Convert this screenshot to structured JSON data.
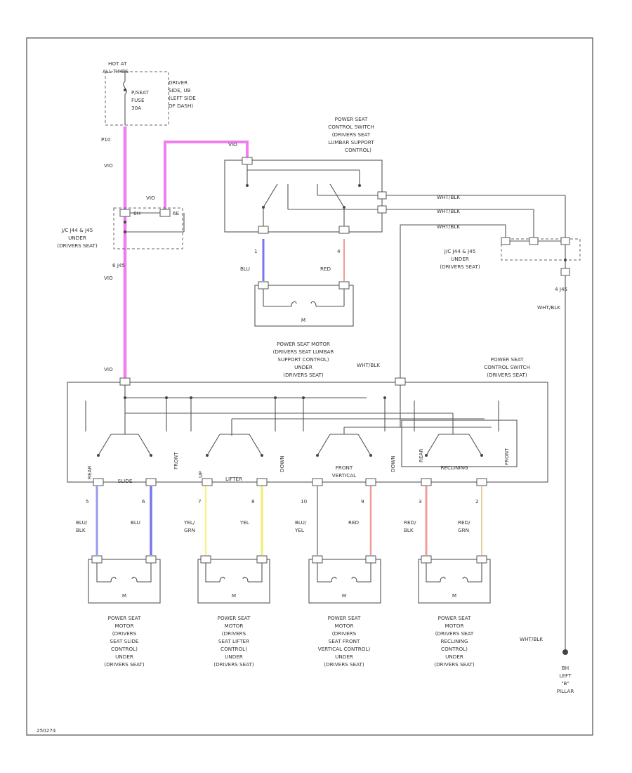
{
  "fuse_block": {
    "hot_label": [
      "HOT AT",
      "ALL TIMES"
    ],
    "fuse_lines": [
      "P/SEAT",
      "FUSE",
      "30A"
    ],
    "location": [
      "DRIVER",
      "SIDE, UB",
      "(LEFT SIDE",
      "OF DASH)"
    ],
    "connector_id": "P10"
  },
  "wires": {
    "vio": "VIO",
    "wht_blk": "WHT/BLK",
    "blu": "BLU",
    "red": "RED",
    "blu_blk": [
      "BLU/",
      "BLK"
    ],
    "yel_grn": [
      "YEL/",
      "GRN"
    ],
    "yel": "YEL",
    "blu_yel": [
      "BLU/",
      "YEL"
    ],
    "red_blk": [
      "RED/",
      "BLK"
    ],
    "red_grn": [
      "RED/",
      "GRN"
    ]
  },
  "junction_left": {
    "pins": [
      "6H",
      "6E"
    ],
    "label": [
      "J/C J44 & J45",
      "UNDER",
      "(DRIVERS SEAT)"
    ],
    "bottom_pin": "6  J45"
  },
  "junction_right": {
    "label": [
      "J/C J44 & J45",
      "UNDER",
      "(DRIVERS SEAT)"
    ],
    "bottom_pin": "4  J45"
  },
  "lumbar_switch": {
    "label": [
      "POWER SEAT",
      "CONTROL SWITCH",
      "(DRIVERS SEAT",
      "LUMBAR SUPPORT",
      "CONTROL)"
    ],
    "pin_left": "1",
    "pin_right": "4"
  },
  "lumbar_motor": {
    "label": [
      "POWER SEAT MOTOR",
      "(DRIVERS SEAT LUMBAR",
      "SUPPORT CONTROL)",
      "UNDER",
      "(DRIVERS SEAT)"
    ],
    "motor": "M"
  },
  "main_switch": {
    "label": [
      "POWER SEAT",
      "CONTROL SWITCH",
      "(DRIVERS SEAT)"
    ],
    "section_labels": [
      "SLIDE",
      "LIFTER",
      "FRONT",
      "VERTICAL",
      "RECLINING"
    ],
    "small_labels": [
      "REAR",
      "FRONT",
      "UP",
      "DOWN",
      "DOWN",
      "REAR",
      "FRONT"
    ],
    "pins": [
      "5",
      "6",
      "7",
      "8",
      "10",
      "9",
      "3",
      "2"
    ]
  },
  "motors": [
    {
      "label": [
        "POWER SEAT",
        "MOTOR",
        "(DRIVERS",
        "SEAT SLIDE",
        "CONTROL)",
        "UNDER",
        "(DRIVERS SEAT)"
      ],
      "motor": "M"
    },
    {
      "label": [
        "POWER SEAT",
        "MOTOR",
        "(DRIVERS",
        "SEAT LIFTER",
        "CONTROL)",
        "UNDER",
        "(DRIVERS SEAT)"
      ],
      "motor": "M"
    },
    {
      "label": [
        "POWER SEAT",
        "MOTOR",
        "(DRIVERS",
        "SEAT FRONT",
        "VERTICAL CONTROL)",
        "UNDER",
        "(DRIVERS SEAT)"
      ],
      "motor": "M"
    },
    {
      "label": [
        "POWER SEAT",
        "MOTOR",
        "(DRIVERS SEAT",
        "RECLINING",
        "CONTROL)",
        "UNDER",
        "(DRIVERS SEAT)"
      ],
      "motor": "M"
    }
  ],
  "ground": {
    "label": [
      "BH",
      "LEFT",
      "\"B\"",
      "PILLAR"
    ]
  },
  "footer_code": "250274",
  "colors": {
    "vio": "#f07ef0",
    "blu": "#7777ee",
    "blu_blk": "#9999f2",
    "red": "#f29b9b",
    "yel": "#f0f07a",
    "yel_grn": "#f2f28a",
    "red_grn": "#e6cfa0",
    "ink": "#555555"
  }
}
